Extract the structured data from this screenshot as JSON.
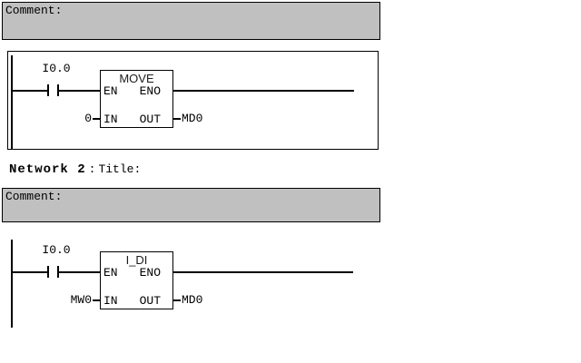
{
  "colors": {
    "background": "#ffffff",
    "comment_bg": "#c0c0c0",
    "line": "#000000"
  },
  "network1": {
    "comment_label": "Comment:",
    "contact_operand": "I0.0",
    "block": {
      "title": "MOVE",
      "en": "EN",
      "eno": "ENO",
      "in": "IN",
      "out": "OUT"
    },
    "input_operand": "0",
    "output_operand": "MD0"
  },
  "network2": {
    "header": {
      "name": "Network 2",
      "separator": ":",
      "title_label": "Title:"
    },
    "comment_label": "Comment:",
    "contact_operand": "I0.0",
    "block": {
      "title": "I_DI",
      "en": "EN",
      "eno": "ENO",
      "in": "IN",
      "out": "OUT"
    },
    "input_operand": "MW0",
    "output_operand": "MD0"
  }
}
